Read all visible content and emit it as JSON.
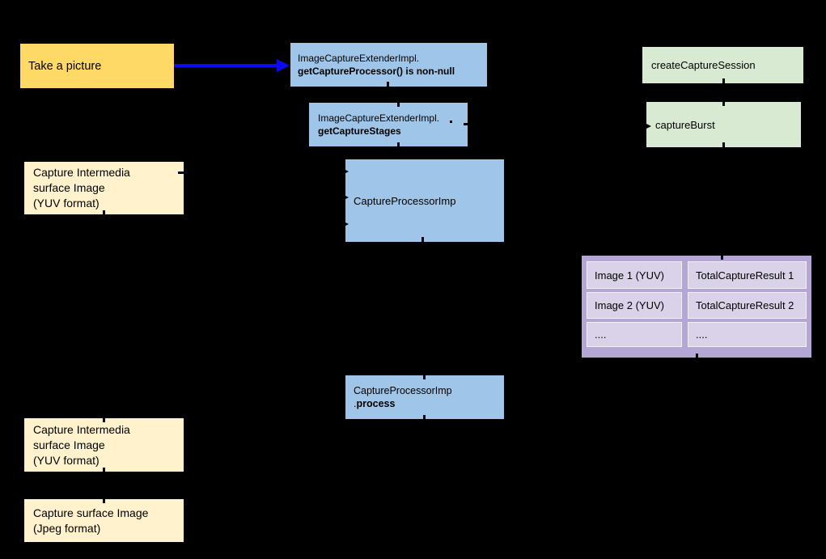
{
  "colors": {
    "background": "#000000",
    "text": "#000000",
    "yellow_box": "#ffd966",
    "cream_box": "#fff2cc",
    "blue_box": "#9fc5e8",
    "green_box": "#d9ead3",
    "purple_container": "#b4a7d6",
    "purple_cell": "#d9d2e9",
    "cell_border": "#f2eff9",
    "arrow_blue": "#0a0af5"
  },
  "nodes": {
    "take_picture": {
      "label": "Take a picture"
    },
    "capture_processor_check": {
      "line1": "ImageCaptureExtenderImpl.",
      "line2": "getCaptureProcessor() is non-null"
    },
    "capture_stages": {
      "line1": "ImageCaptureExtenderImpl.",
      "line2": "getCaptureStages"
    },
    "create_capture_session": {
      "label": "createCaptureSession"
    },
    "capture_burst": {
      "label": "captureBurst"
    },
    "intermedia_surface_top": {
      "line1": "Capture Intermedia",
      "line2": "surface Image",
      "line3": "(YUV format)"
    },
    "capture_processor": {
      "label": "CaptureProcessorImp"
    },
    "capture_process": {
      "line1": "CaptureProcessorImp",
      "line2_dot": ".",
      "line2": "process"
    },
    "intermedia_surface_bottom": {
      "line1": "Capture Intermedia",
      "line2": "surface Image",
      "line3": "(YUV format)"
    },
    "capture_surface_jpeg": {
      "line1": "Capture surface Image",
      "line2": "(Jpeg format)"
    }
  },
  "result_table": {
    "rows": [
      {
        "image": "Image 1 (YUV)",
        "result": "TotalCaptureResult 1"
      },
      {
        "image": "Image 2 (YUV)",
        "result": "TotalCaptureResult 2"
      },
      {
        "image": "....",
        "result": "...."
      }
    ]
  }
}
